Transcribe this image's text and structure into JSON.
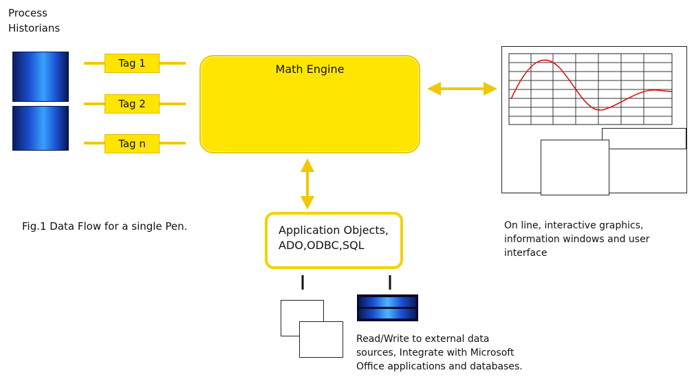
{
  "process_historians_label": "Process\nHistorians",
  "tags": [
    "Tag 1",
    "Tag 2",
    "Tag n"
  ],
  "math_engine_label": "Math Engine",
  "application_objects_label": "Application Objects,\nADO,ODBC,SQL",
  "figure_caption": "Fig.1 Data Flow for a single Pen.",
  "graphics_caption": "On line, interactive graphics,\ninformation windows and user\ninterface",
  "external_caption": "Read/Write to external data\nsources, Integrate with Microsoft\nOffice applications and databases.",
  "colors": {
    "accent": "#ffe500",
    "arrow": "#f0c800",
    "trend": "#e01010",
    "historian": "#1a4fd0"
  }
}
